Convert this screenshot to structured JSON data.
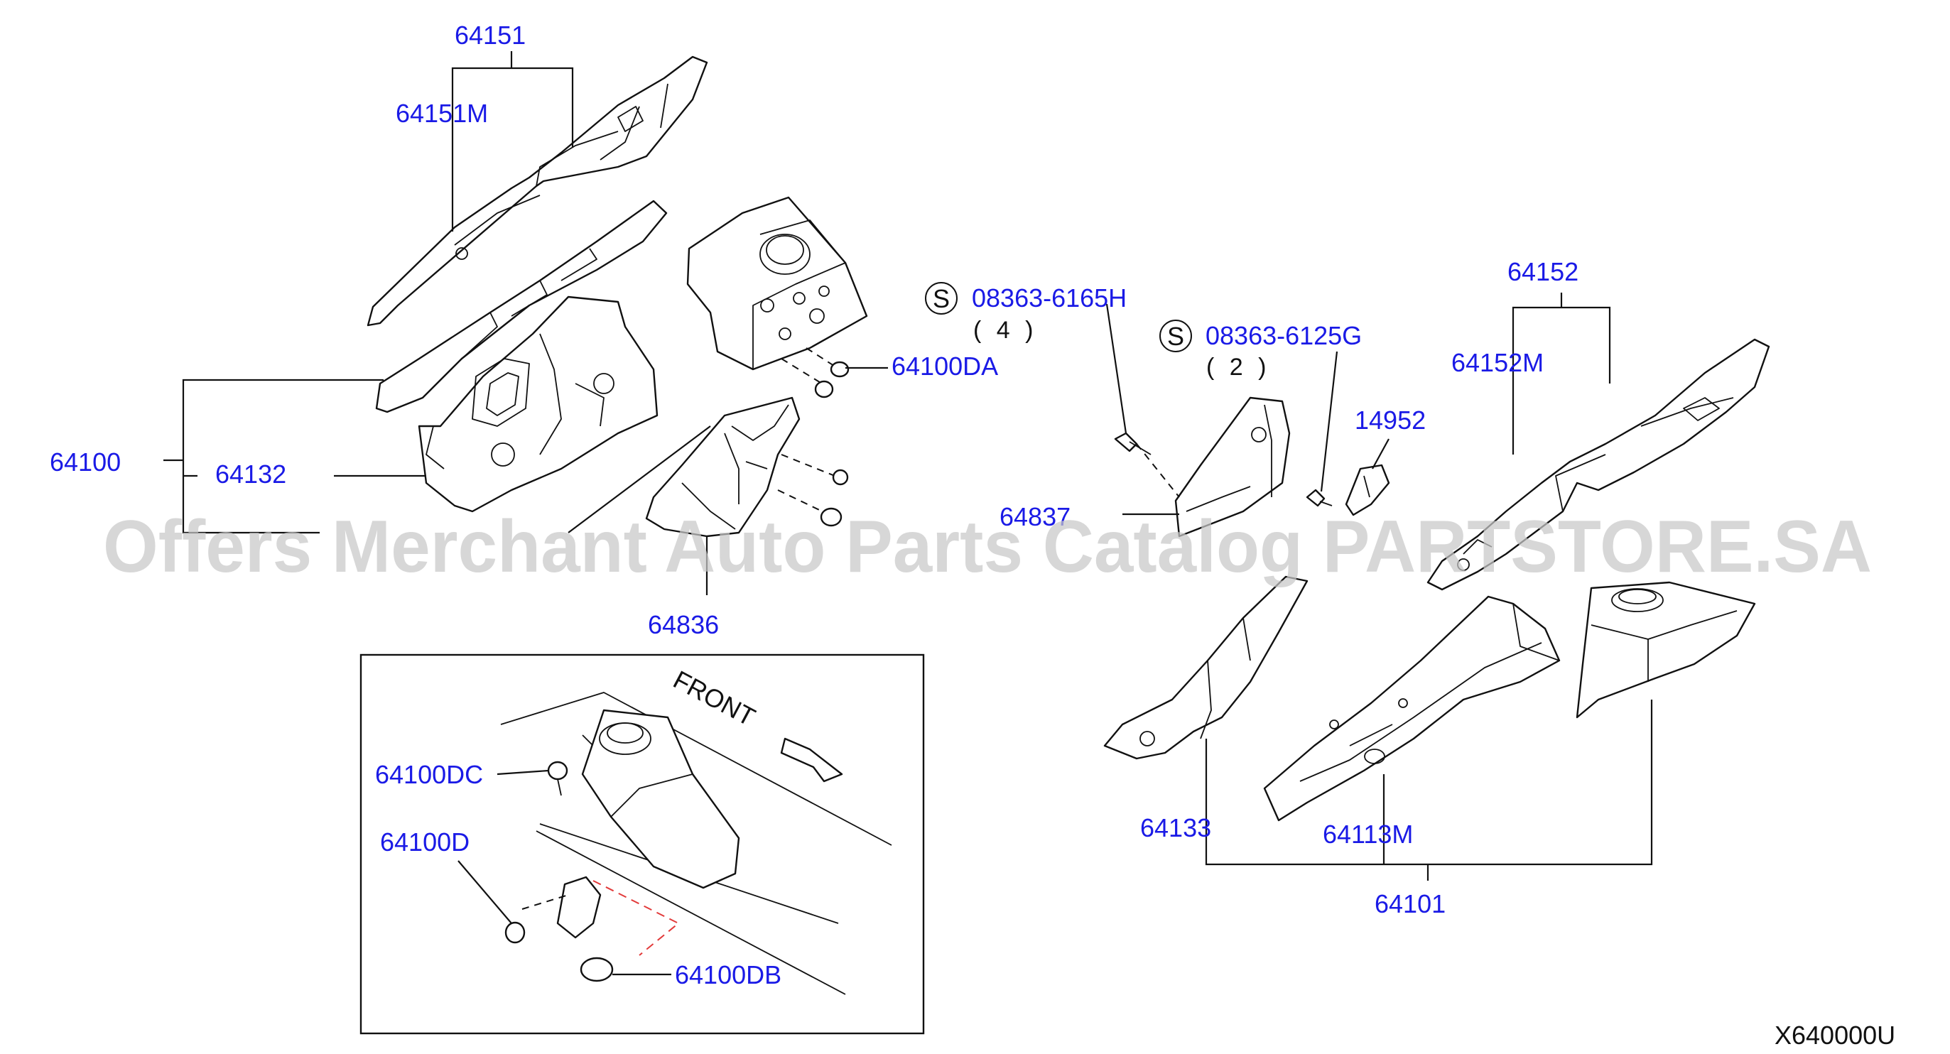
{
  "labels": {
    "p64151": "64151",
    "p64151M": "64151M",
    "p64100": "64100",
    "p64132": "64132",
    "p64100DA": "64100DA",
    "p64836": "64836",
    "p64837": "64837",
    "p14952": "14952",
    "p64152": "64152",
    "p64152M": "64152M",
    "p64133": "64133",
    "p64113M": "64113M",
    "p64101": "64101",
    "p64100DC": "64100DC",
    "p64100D": "64100D",
    "p64100DB": "64100DB"
  },
  "screws": [
    {
      "symbol": "S",
      "part": "08363-6165H",
      "qty": "( 4 )"
    },
    {
      "symbol": "S",
      "part": "08363-6125G",
      "qty": "( 2 )"
    }
  ],
  "inset": {
    "front_label": "FRONT"
  },
  "watermark": "Offers Merchant Auto Parts Catalog PARTSTORE.SA",
  "diagram_code": "X640000U",
  "colors": {
    "label_blue": "#1a1ae6",
    "line": "#111111",
    "watermark": "#c8c8c8",
    "dashed_red": "#e23a3a"
  }
}
